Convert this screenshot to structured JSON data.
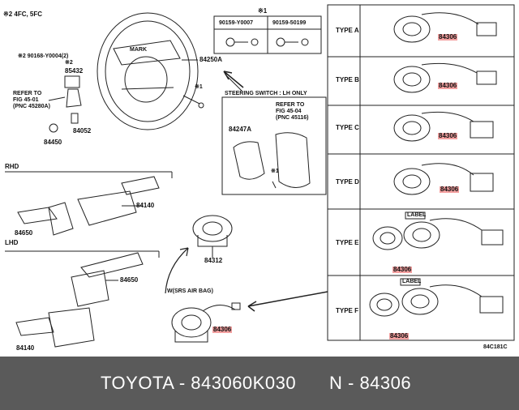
{
  "notes": {
    "applicability": "※2  4FC, 5FC",
    "note1_marker": "※1",
    "note2_marker": "※2"
  },
  "screw_table": {
    "col1": "90159-Y0007",
    "col2": "90159-50199"
  },
  "steering_wheel": {
    "part": "84250A",
    "mark_label": "MARK",
    "note": "※1"
  },
  "steering_switch": {
    "title": "STEERING SWITCH : LH ONLY",
    "refer": "REFER TO\nFIG 45-04\n(PNC 45116)",
    "part": "84247A",
    "note": "※1"
  },
  "upper_left": {
    "part_90168": "※2 90168-Y0004(2)",
    "note2": "※2",
    "part_85432": "85432",
    "refer": "REFER TO\nFIG 45-01\n(PNC 45280A)",
    "part_84052": "84052",
    "part_84450": "84450"
  },
  "rhd": {
    "title": "RHD",
    "part_84140": "84140",
    "part_84650": "84650"
  },
  "lhd": {
    "title": "LHD",
    "part_84650": "84650",
    "part_84140": "84140"
  },
  "center": {
    "part_84312": "84312",
    "airbag_label": "W(SRS AIR BAG)",
    "part_84306": "84306"
  },
  "types": [
    {
      "label": "TYPE A",
      "part": "84306"
    },
    {
      "label": "TYPE B",
      "part": "84306"
    },
    {
      "label": "TYPE C",
      "part": "84306"
    },
    {
      "label": "TYPE D",
      "part": "84306"
    },
    {
      "label": "TYPE E",
      "part": "84306",
      "extra": "LABEL"
    },
    {
      "label": "TYPE F",
      "part": "84306",
      "extra": "LABEL"
    }
  ],
  "figure_code": "84C181C",
  "footer": {
    "left": "TOYOTA - 843060K030",
    "right": "N - 84306"
  },
  "colors": {
    "highlight": "#f3a0a0",
    "footer_bg": "#5a5a5a",
    "line": "#222222"
  }
}
